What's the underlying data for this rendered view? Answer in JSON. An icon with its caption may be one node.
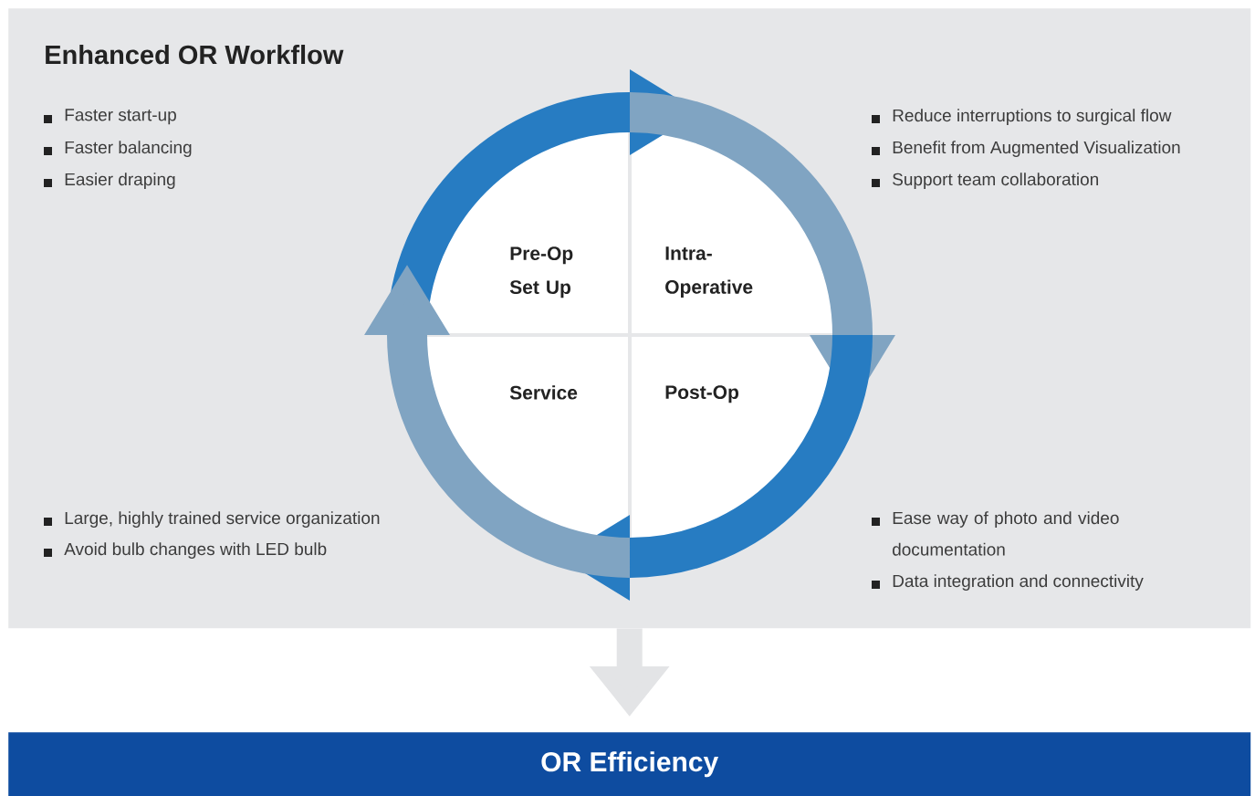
{
  "diagram": {
    "title": "Enhanced OR Workflow",
    "nodes": [
      {
        "text": [],
        "shape": "box"
      },
      {
        "text": [
          "Pre-Op Set Up"
        ],
        "in": 0
      },
      {
        "text": [
          "Intra-Operative"
        ],
        "in": 0
      },
      {
        "text": [
          "Service"
        ],
        "in": 0
      },
      {
        "text": [
          "Post-Op"
        ],
        "in": 0
      },
      {
        "text": [
          "OR Efficiency"
        ]
      }
    ],
    "edges": [
      {
        "from": 1,
        "to": 2,
        "arrow": "to",
        "color": "#277cc2"
      },
      {
        "from": 2,
        "to": 4,
        "arrow": "to",
        "color": "#80a4c2"
      },
      {
        "from": 4,
        "to": 3,
        "arrow": "to",
        "color": "#277cc2"
      },
      {
        "from": 3,
        "to": 1,
        "arrow": "to",
        "color": "#80a4c2"
      },
      {
        "from": 0,
        "to": 5,
        "arrow": "to",
        "color": "#e3e4e6"
      }
    ],
    "labels": [
      "Faster start-up",
      "Faster balancing",
      "Easier draping",
      "Reduce interruptions to surgical flow",
      "Benefit from Augmented Visualization",
      "Support team collaboration",
      "Large, highly trained service organization",
      "Avoid bulb changes with LED bulb",
      "Ease way of photo and video documentation",
      "Data integration and connectivity"
    ]
  }
}
